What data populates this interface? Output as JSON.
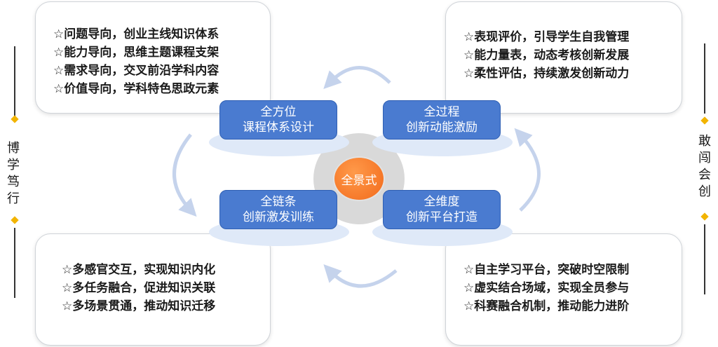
{
  "cards": {
    "top_left": [
      "☆问题导向，创业主线知识体系",
      "☆能力导向，思维主题课程支架",
      "☆需求导向，交叉前沿学科内容",
      "☆价值导向，学科特色思政元素"
    ],
    "top_right": [
      "☆表现评价，引导学生自我管理",
      "☆能力量表，动态考核创新发展",
      "☆柔性评估，持续激发创新动力"
    ],
    "bottom_left": [
      "☆多感官交互，实现知识内化",
      "☆多任务融合，促进知识关联",
      "☆多场景贯通，推动知识迁移"
    ],
    "bottom_right": [
      "☆自主学习平台，突破时空限制",
      "☆虚实结合场域，实现全员参与",
      "☆科赛融合机制，推动能力进阶"
    ]
  },
  "boxes": {
    "top_left": {
      "line1": "全方位",
      "line2": "课程体系设计"
    },
    "top_right": {
      "line1": "全过程",
      "line2": "创新动能激励"
    },
    "bottom_left": {
      "line1": "全链条",
      "line2": "创新激发训练"
    },
    "bottom_right": {
      "line1": "全维度",
      "line2": "创新平台打造"
    }
  },
  "center": {
    "label": "全景式"
  },
  "side_labels": {
    "left": "博学笃行",
    "right": "敢闯会创"
  },
  "colors": {
    "box": "#4a7bd0",
    "center": "#f26a1b",
    "accent": "#f2b400",
    "arrow": "#c5d3ec"
  }
}
